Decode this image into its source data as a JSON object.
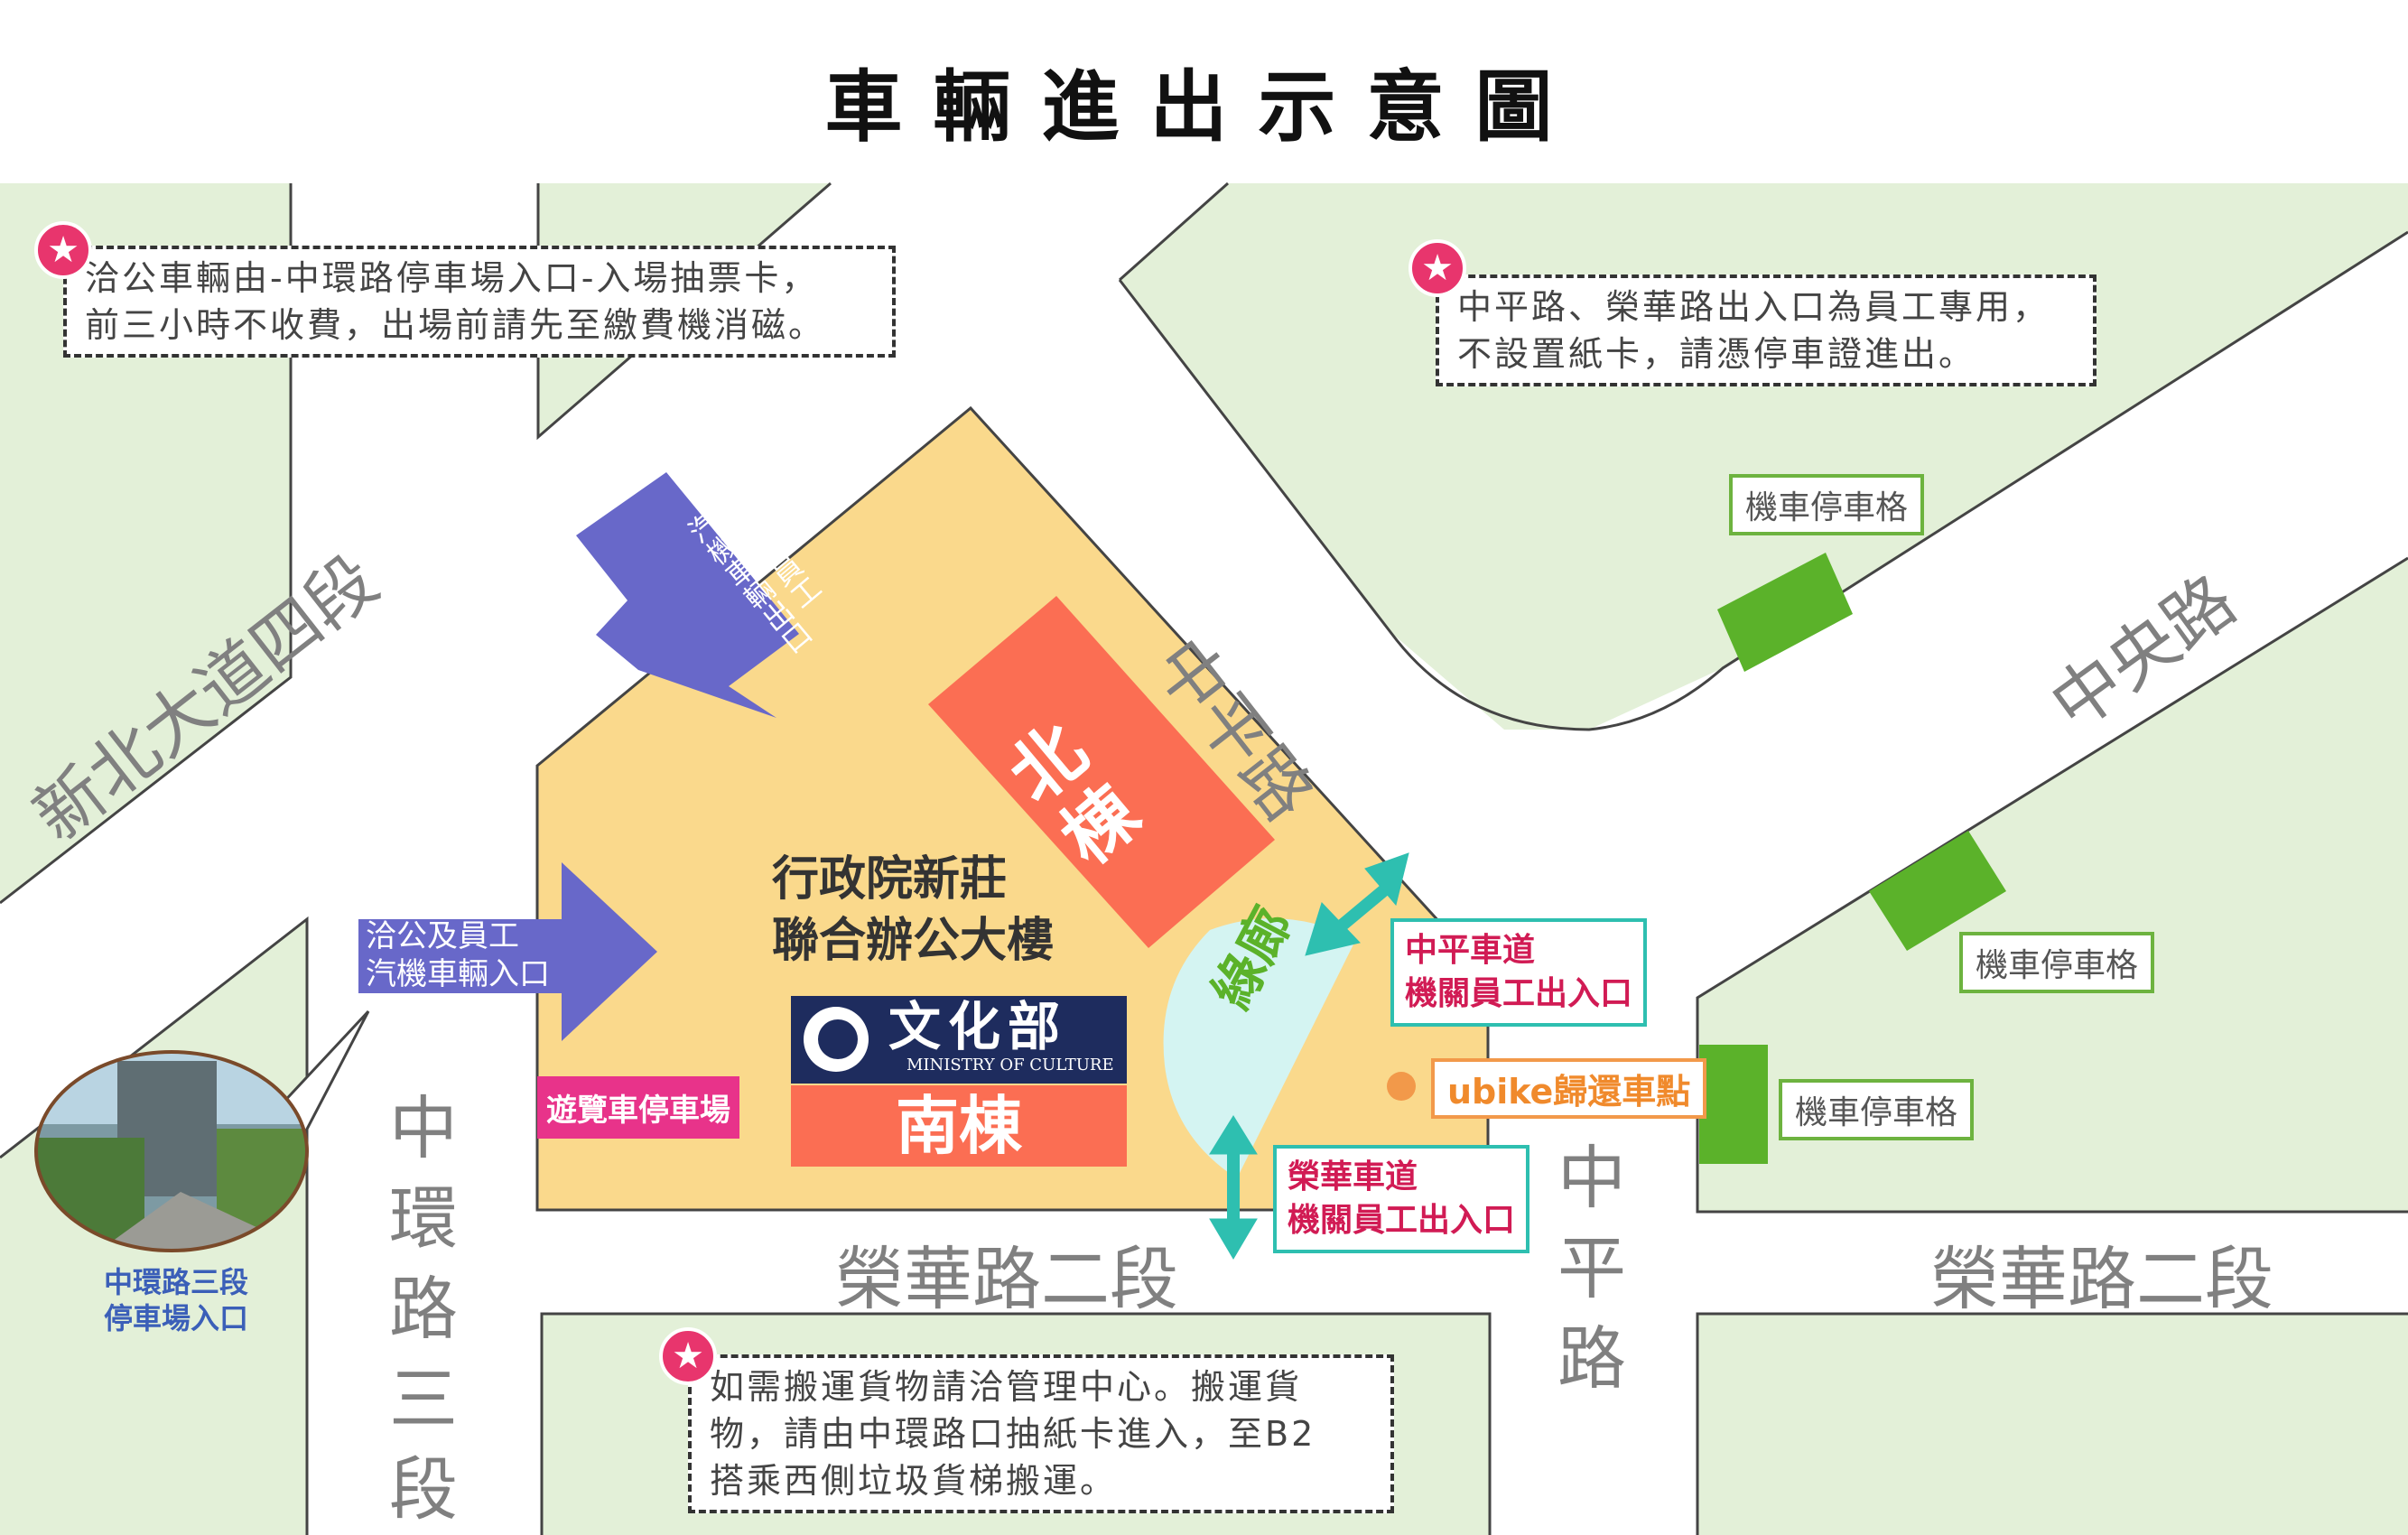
{
  "title": "車輛進出示意圖",
  "roads": {
    "xinbei": "新北大道四段",
    "zhongping_upper": "中平路",
    "zhongyang": "中央路",
    "zhonghuan": "中環路三段",
    "ronghua_left": "榮華路二段",
    "ronghua_right": "榮華路二段",
    "zhongping_lower": "中平路"
  },
  "notes": {
    "top_left": "洽公車輛由-中環路停車場入口-入場抽票卡，\n前三小時不收費，出場前請先至繳費機消磁。",
    "top_right": "中平路、榮華路出入口為員工專用，\n不設置紙卡，請憑停車證進出。",
    "bottom": "如需搬運貨物請洽管理中心。搬運貨\n物，請由中環路口抽紙卡進入，至B2\n搭乘西側垃圾貨梯搬運。",
    "star_icon": "★"
  },
  "arrows": {
    "exit": "洽公及員工\n汽機車輛出口",
    "entrance": "洽公及員工\n汽機車輛入口"
  },
  "building": {
    "name": "行政院新莊\n聯合辦公大樓",
    "north": "北\n棟",
    "south": "南棟",
    "green_corridor": "綠廊",
    "ministry_logo_cn": "文化部",
    "ministry_logo_en": "MINISTRY OF CULTURE"
  },
  "labels": {
    "moto1": "機車停車格",
    "moto2": "機車停車格",
    "moto3": "機車停車格",
    "zhongping_ramp": "中平車道\n機關員工出入口",
    "ronghua_ramp": "榮華車道\n機關員工出入口",
    "ubike": "ubike歸還車點",
    "bus_parking": "遊覽車停車場",
    "photo_caption": "中環路三段\n停車場入口"
  },
  "colors": {
    "green_area": "#e3f0d8",
    "building": "#fad98c",
    "building_block": "#fb6e53",
    "purple_arrow": "#6868c9",
    "teal": "#2ebfb0",
    "moto_green": "#5bb22a",
    "corridor": "#d4f4f2",
    "road": "#ffffff"
  }
}
